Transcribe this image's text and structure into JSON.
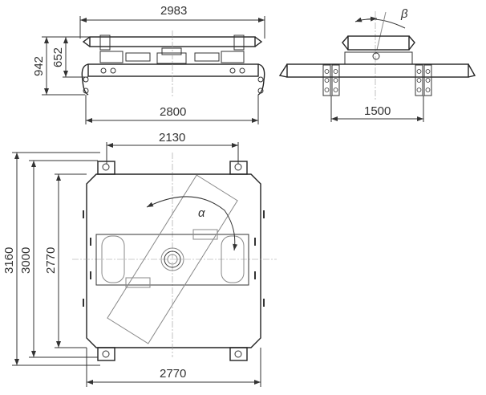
{
  "front_view": {
    "overall_width": "2983",
    "total_height": "942",
    "body_height": "652",
    "beam_width": "2800"
  },
  "side_view": {
    "tilt_angle_symbol": "β",
    "plate_spacing": "1500"
  },
  "plan_view": {
    "pad_spacing": "2130",
    "rotation_angle_symbol": "α",
    "overall_length": "3160",
    "frame_length": "3000",
    "plate_length": "2770",
    "plate_width": "2770"
  }
}
